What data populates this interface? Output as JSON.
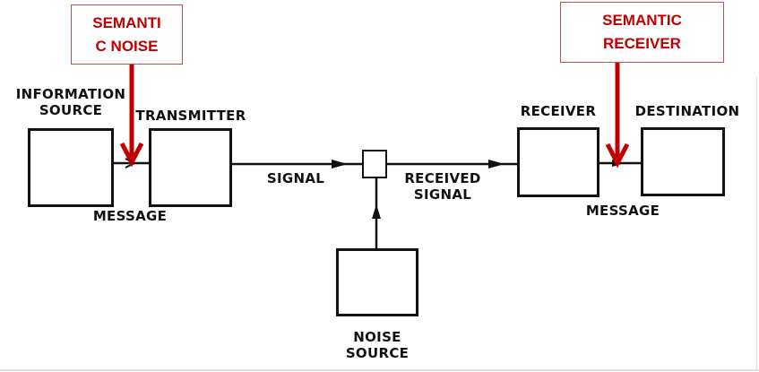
{
  "diagram": {
    "title": "Shannon-Weaver communication model with semantic extensions",
    "nodes": {
      "information_source": "INFORMATION\nSOURCE",
      "transmitter": "TRANSMITTER",
      "noise_source": "NOISE\nSOURCE",
      "receiver": "RECEIVER",
      "destination": "DESTINATION"
    },
    "edge_labels": {
      "message_left": "MESSAGE",
      "signal": "SIGNAL",
      "received_signal": "RECEIVED\nSIGNAL",
      "message_right": "MESSAGE"
    },
    "callouts": {
      "semantic_noise": "SEMANTI\nC NOISE",
      "semantic_receiver": "SEMANTIC\nRECEIVER"
    },
    "colors": {
      "callout_text": "#c00000",
      "callout_border": "#c0504d",
      "callout_arrow": "#c00000",
      "diagram_ink": "#111111"
    }
  }
}
